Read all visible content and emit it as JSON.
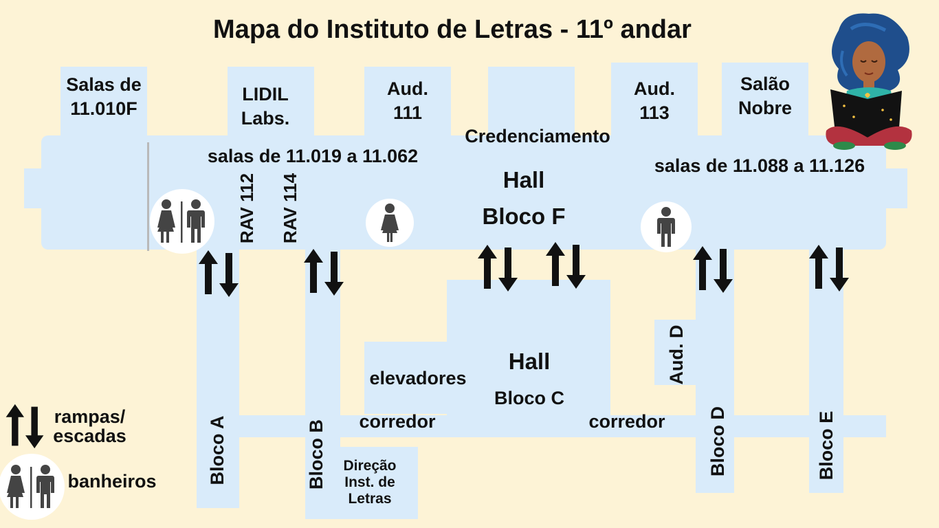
{
  "title": "Mapa do Instituto de Letras - 11º andar",
  "rooms": {
    "salas_010f": [
      "Salas de",
      "11.010F"
    ],
    "lidil": [
      "LIDIL",
      "Labs."
    ],
    "aud111": [
      "Aud.",
      "111"
    ],
    "credenciamento": "Credenciamento",
    "aud113": [
      "Aud.",
      "113"
    ],
    "salao_nobre": [
      "Salão",
      "Nobre"
    ],
    "salas_019_062": "salas de 11.019 a 11.062",
    "salas_088_126": "salas de 11.088 a 11.126",
    "hall_f": [
      "Hall",
      "Bloco F"
    ],
    "rav112": "RAV 112",
    "rav114": "RAV 114",
    "hall_c": "Hall",
    "bloco_c": "Bloco C",
    "elevadores": "elevadores",
    "corredor_left": "corredor",
    "corredor_right": "corredor",
    "aud_d": "Aud. D",
    "bloco_a": "Bloco A",
    "bloco_b": "Bloco B",
    "bloco_d": "Bloco D",
    "bloco_e": "Bloco E",
    "direcao": [
      "Direção",
      "Inst. de",
      "Letras"
    ]
  },
  "legend": {
    "ramps_label": [
      "rampas/",
      "escadas"
    ],
    "bathrooms_label": "banheiros"
  },
  "icons": {
    "ramp": "ramp-stairs-arrows-icon",
    "bathroom": "bathroom-icon",
    "female": "female-restroom-icon",
    "male": "male-restroom-icon",
    "illustration": "reading-girl-illustration"
  },
  "colors": {
    "background": "#fdf3d6",
    "block": "#d9ebfa"
  }
}
